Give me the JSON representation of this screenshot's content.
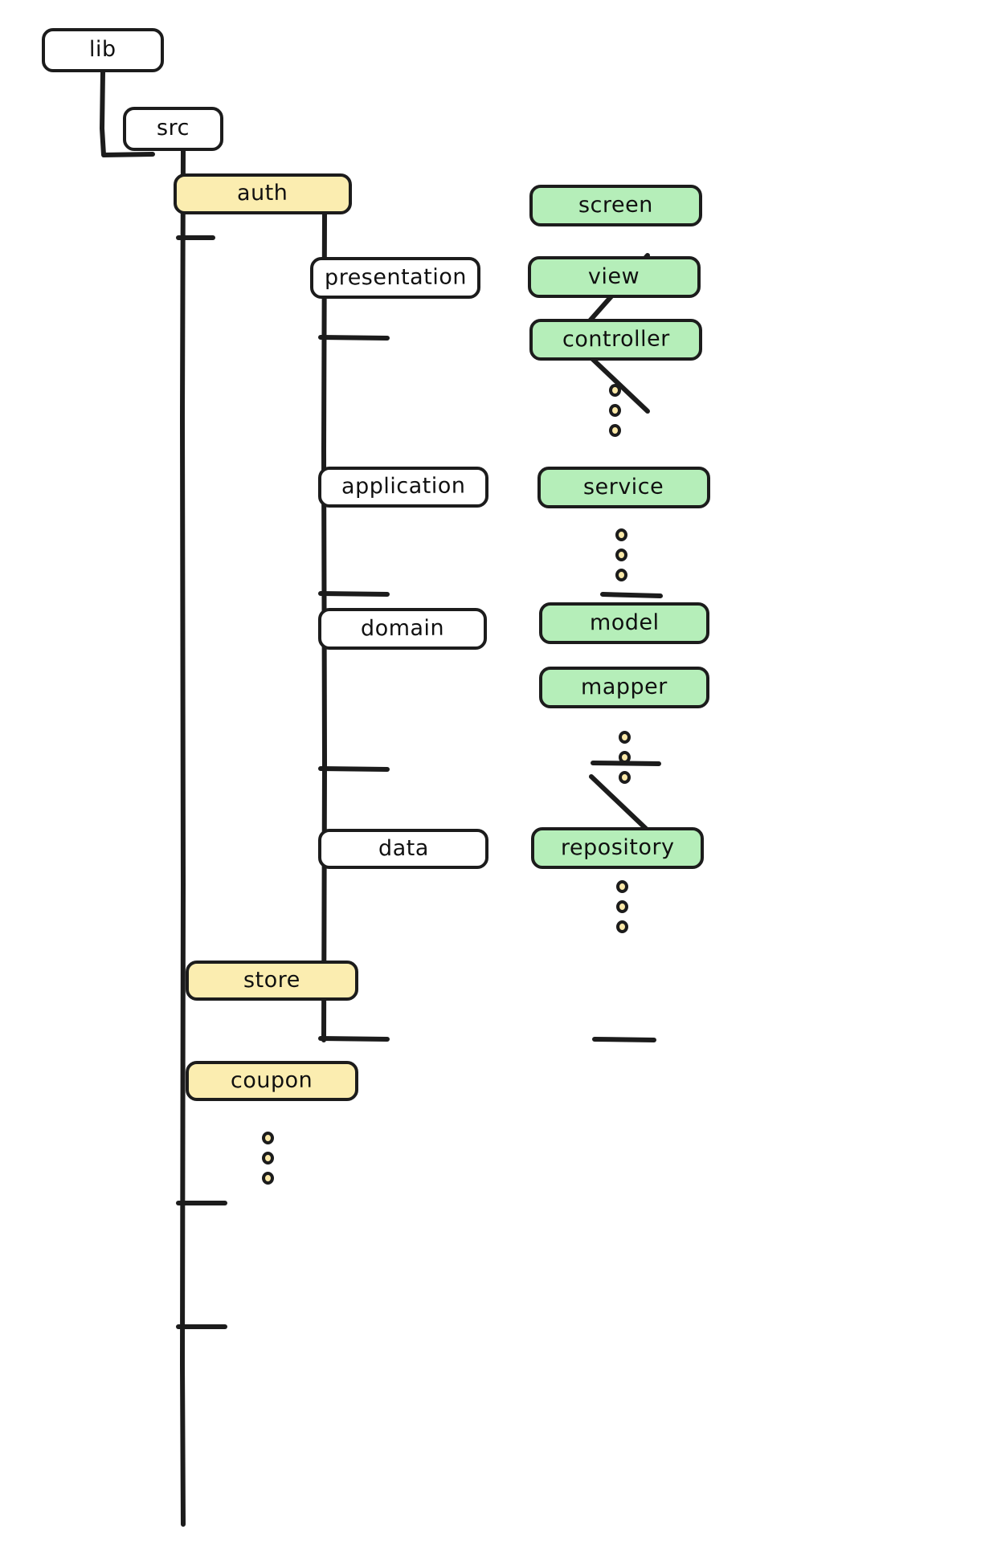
{
  "diagram": {
    "title": "Project folder structure tree",
    "style": "hand-drawn",
    "colors": {
      "root": "#ffffff",
      "feature": "#fbedb0",
      "layer": "#ffffff",
      "leaf": "#b5eeb9",
      "stroke": "#1c1c1c",
      "dot_fill": "#fbe9a8",
      "background": "#ffffff"
    },
    "nodes": {
      "lib": "lib",
      "src": "src",
      "auth": "auth",
      "store": "store",
      "coupon": "coupon",
      "presentation": "presentation",
      "application": "application",
      "domain": "domain",
      "data": "data",
      "screen": "screen",
      "view": "view",
      "controller": "controller",
      "service": "service",
      "model": "model",
      "mapper": "mapper",
      "repository": "repository"
    },
    "ellipsis": {
      "presentation_more": "more-presentation-items",
      "application_more": "more-application-items",
      "domain_more": "more-domain-items",
      "data_more": "more-data-items",
      "src_more": "more-feature-modules"
    }
  }
}
